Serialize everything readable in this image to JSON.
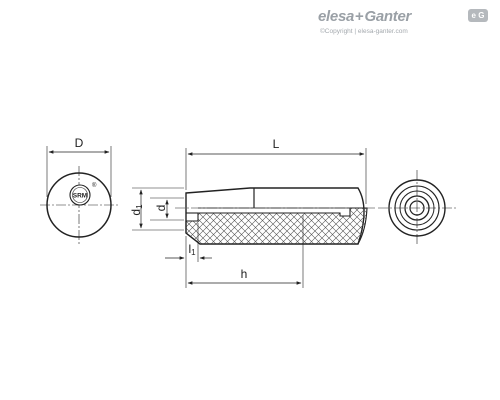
{
  "brand": {
    "name_left": "elesa",
    "plus": "+",
    "name_right": "Ganter",
    "badge": "e G",
    "copyright": "©Copyright | elesa-ganter.com"
  },
  "dimensions": {
    "D": "D",
    "L": "L",
    "d": "d",
    "d1": "d",
    "d1_sub": "1",
    "l1": "l",
    "l1_sub": "1",
    "h": "h"
  },
  "emblem": {
    "text": "SRM",
    "mark": "®"
  },
  "colors": {
    "line": "#222222",
    "hatch": "#555555",
    "brand": "#9aa0a6"
  }
}
